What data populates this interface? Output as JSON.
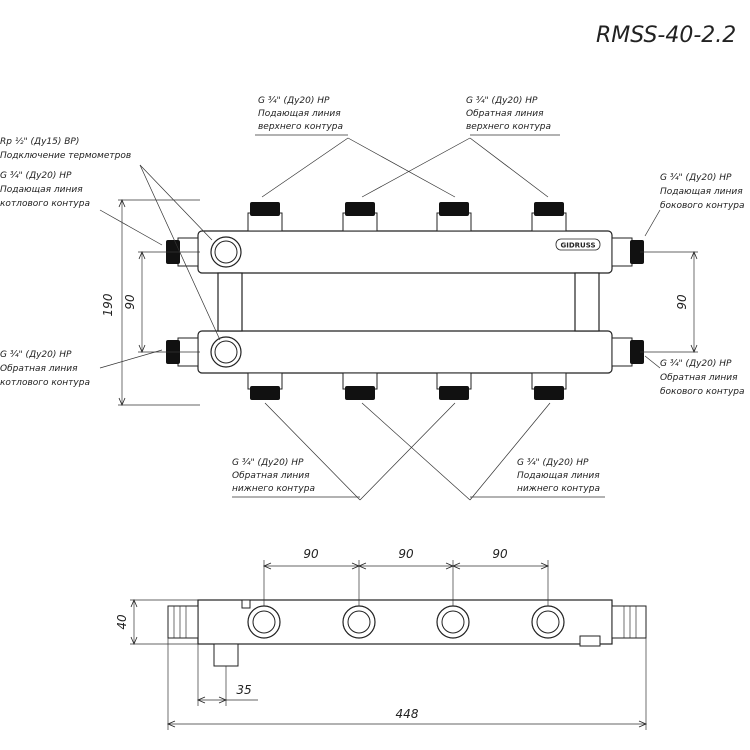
{
  "title": "RMSS-40-2.2",
  "brand": "GIDRUSS",
  "callouts": {
    "top_left": [
      "G ¾\" (Ду20) НР",
      "Подающая линия",
      "верхнего контура"
    ],
    "top_right": [
      "G ¾\" (Ду20) НР",
      "Обратная линия",
      "верхнего контура"
    ],
    "thermo": [
      "Rp ½\" (Ду15) ВР)",
      "Подключение термометров"
    ],
    "left_upper": [
      "G ¾\" (Ду20) НР",
      "Подающая линия",
      "котлового контура"
    ],
    "left_lower": [
      "G ¾\" (Ду20) НР",
      "Обратная линия",
      "котлового контура"
    ],
    "right_upper": [
      "G ¾\" (Ду20) НР",
      "Подающая линия",
      "бокового контура"
    ],
    "right_lower": [
      "G ¾\" (Ду20) НР",
      "Обратная линия",
      "бокового контура"
    ],
    "bottom_left": [
      "G ¾\" (Ду20) НР",
      "Обратная линия",
      "нижнего контура"
    ],
    "bottom_right": [
      "G ¾\" (Ду20) НР",
      "Подающая линия",
      "нижнего контура"
    ]
  },
  "dimensions": {
    "total_height": "190",
    "left_spacing": "90",
    "right_spacing": "90",
    "outlet_spacing_1": "90",
    "outlet_spacing_2": "90",
    "outlet_spacing_3": "90",
    "depth": "40",
    "sensor_offset": "35",
    "total_length": "448"
  }
}
